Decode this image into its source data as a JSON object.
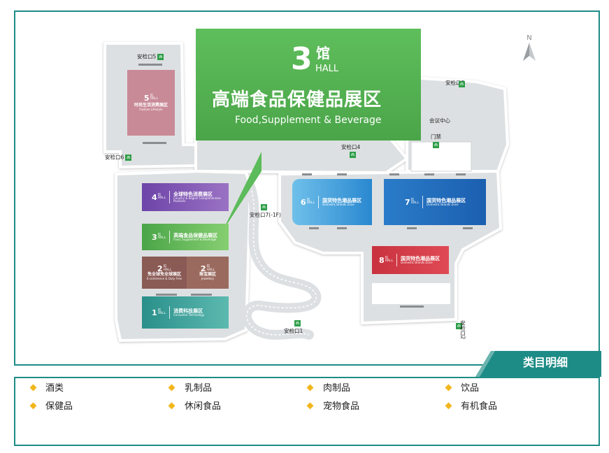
{
  "callout": {
    "hall_number": "3",
    "hall_guan": "馆",
    "hall_en": "HALL",
    "title": "高端食品保健品展区",
    "subtitle": "Food,Supplement & Beverage"
  },
  "compass": {
    "label": "N"
  },
  "halls": [
    {
      "num": "5",
      "guan": "馆",
      "en_hall": "HALL",
      "name": "时尚生活消费展区",
      "en": "Fashion Lifestyle",
      "color": "#c98a98"
    },
    {
      "num": "4",
      "guan": "馆",
      "en_hall": "HALL",
      "name": "全球特色消费展区",
      "en": "Country & Region Comprehensive Pavilions",
      "color": "#7a4fb0"
    },
    {
      "num": "3",
      "guan": "馆",
      "en_hall": "HALL",
      "name": "高端食品保健品展区",
      "en": "Food, Supplement & Beverage",
      "color": "#5fb54e"
    },
    {
      "num": "2",
      "guan": "馆",
      "en_hall": "HALL",
      "name": "免全球免全球展区",
      "en": "E-commerce & Duty Free",
      "color": "#8a5a55"
    },
    {
      "num": "2",
      "guan": "馆",
      "en_hall": "HALL",
      "name": "珠宝展区",
      "en": "Jewellery",
      "color": "#8a5a55"
    },
    {
      "num": "1",
      "guan": "馆",
      "en_hall": "HALL",
      "name": "消费科技展区",
      "en": "Consumer Technology",
      "color": "#2a8f8a"
    },
    {
      "num": "6",
      "guan": "馆",
      "en_hall": "HALL",
      "name": "国货特色潮品展区",
      "en": "Domestic Brands Zone",
      "color": "#3a98d8"
    },
    {
      "num": "7",
      "guan": "馆",
      "en_hall": "HALL",
      "name": "国货特色潮品展区",
      "en": "Domestic Brands Zone",
      "color": "#2a7cc8"
    },
    {
      "num": "8",
      "guan": "馆",
      "en_hall": "HALL",
      "name": "国货特色潮品展区",
      "en": "Domestic Brands Zone",
      "color": "#d03a45"
    }
  ],
  "places": {
    "gate5": "安检口5",
    "gate6": "安检口6",
    "gate4": "安检口4",
    "gate3": "安检口3",
    "gate7": "安检口7(-1F)",
    "gate1": "安检口1",
    "gate2": "安检口2",
    "meeting_center": "会议中心",
    "door": "门禁"
  },
  "legend": {
    "tab_title": "类目明细",
    "items": [
      "酒类",
      "乳制品",
      "肉制品",
      "饮品",
      "保健品",
      "休闲食品",
      "宠物食品",
      "有机食品"
    ],
    "bullet_color": "#f2b61b"
  },
  "colors": {
    "accent": "#1e8c86",
    "callout_green": "#5cbb5a"
  }
}
